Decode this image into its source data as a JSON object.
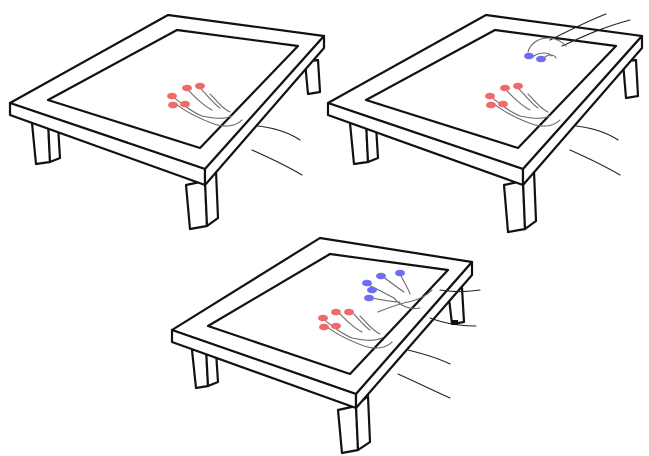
{
  "figure": {
    "description_text": "",
    "panels": [
      {
        "id": "top-left",
        "hands": [
          {
            "role": "touching",
            "color": "#f06a6a"
          }
        ]
      },
      {
        "id": "top-right",
        "hands": [
          {
            "role": "touching",
            "color": "#f06a6a"
          },
          {
            "role": "second-user",
            "color": "#6e6ef5"
          }
        ]
      },
      {
        "id": "bottom",
        "hands": [
          {
            "role": "touching",
            "color": "#f06a6a"
          },
          {
            "role": "second-user",
            "color": "#6e6ef5"
          }
        ]
      }
    ]
  },
  "colors": {
    "outline": "#111111",
    "red_touch": "#f06a6a",
    "blue_touch": "#6e6ef5",
    "hand_outline": "#6a6a6a"
  }
}
